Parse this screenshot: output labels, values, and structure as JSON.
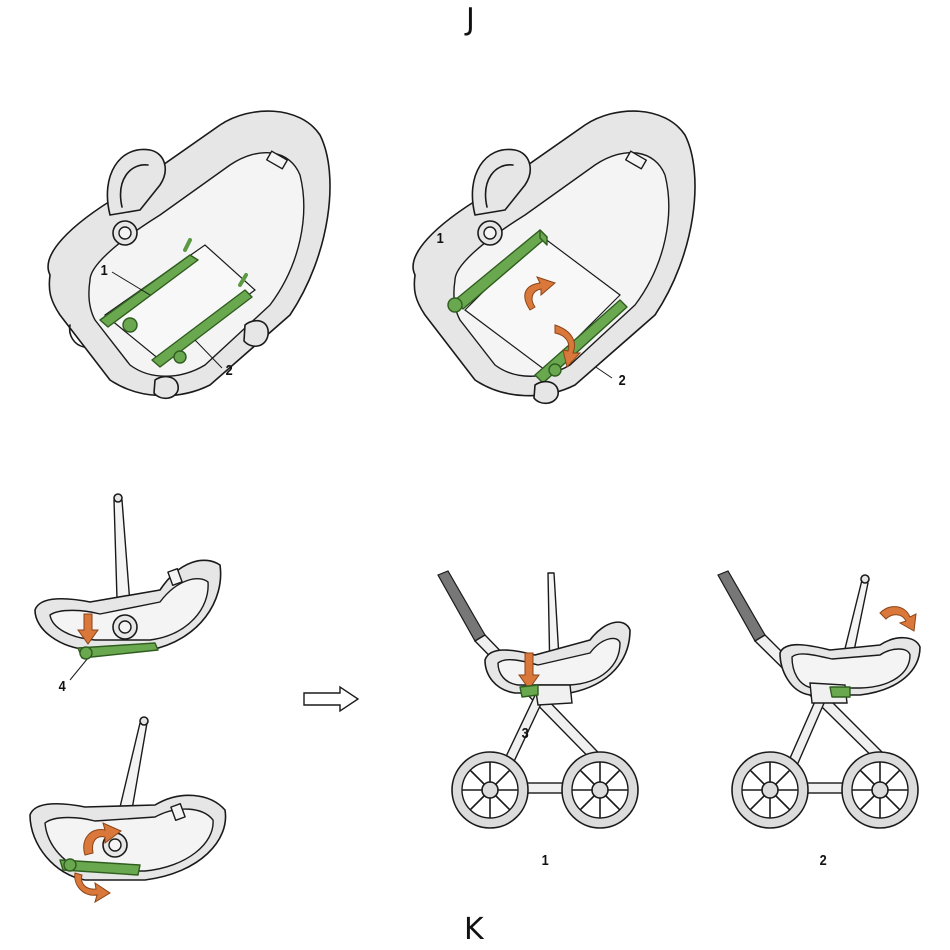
{
  "sections": {
    "top_letter": "J",
    "bottom_letter": "K"
  },
  "callouts": {
    "j_left_1": "1",
    "j_left_2": "2",
    "j_right_1": "1",
    "j_right_2": "2",
    "k_step_4": "4",
    "k_step_3": "3",
    "k_caption_1": "1",
    "k_caption_2": "2"
  },
  "colors": {
    "accent_green": "#6aa84f",
    "arrow_orange": "#d9783a",
    "shell_grey": "#e6e6e6"
  },
  "icons": {
    "transition_arrow": "outline-right-arrow-icon"
  }
}
